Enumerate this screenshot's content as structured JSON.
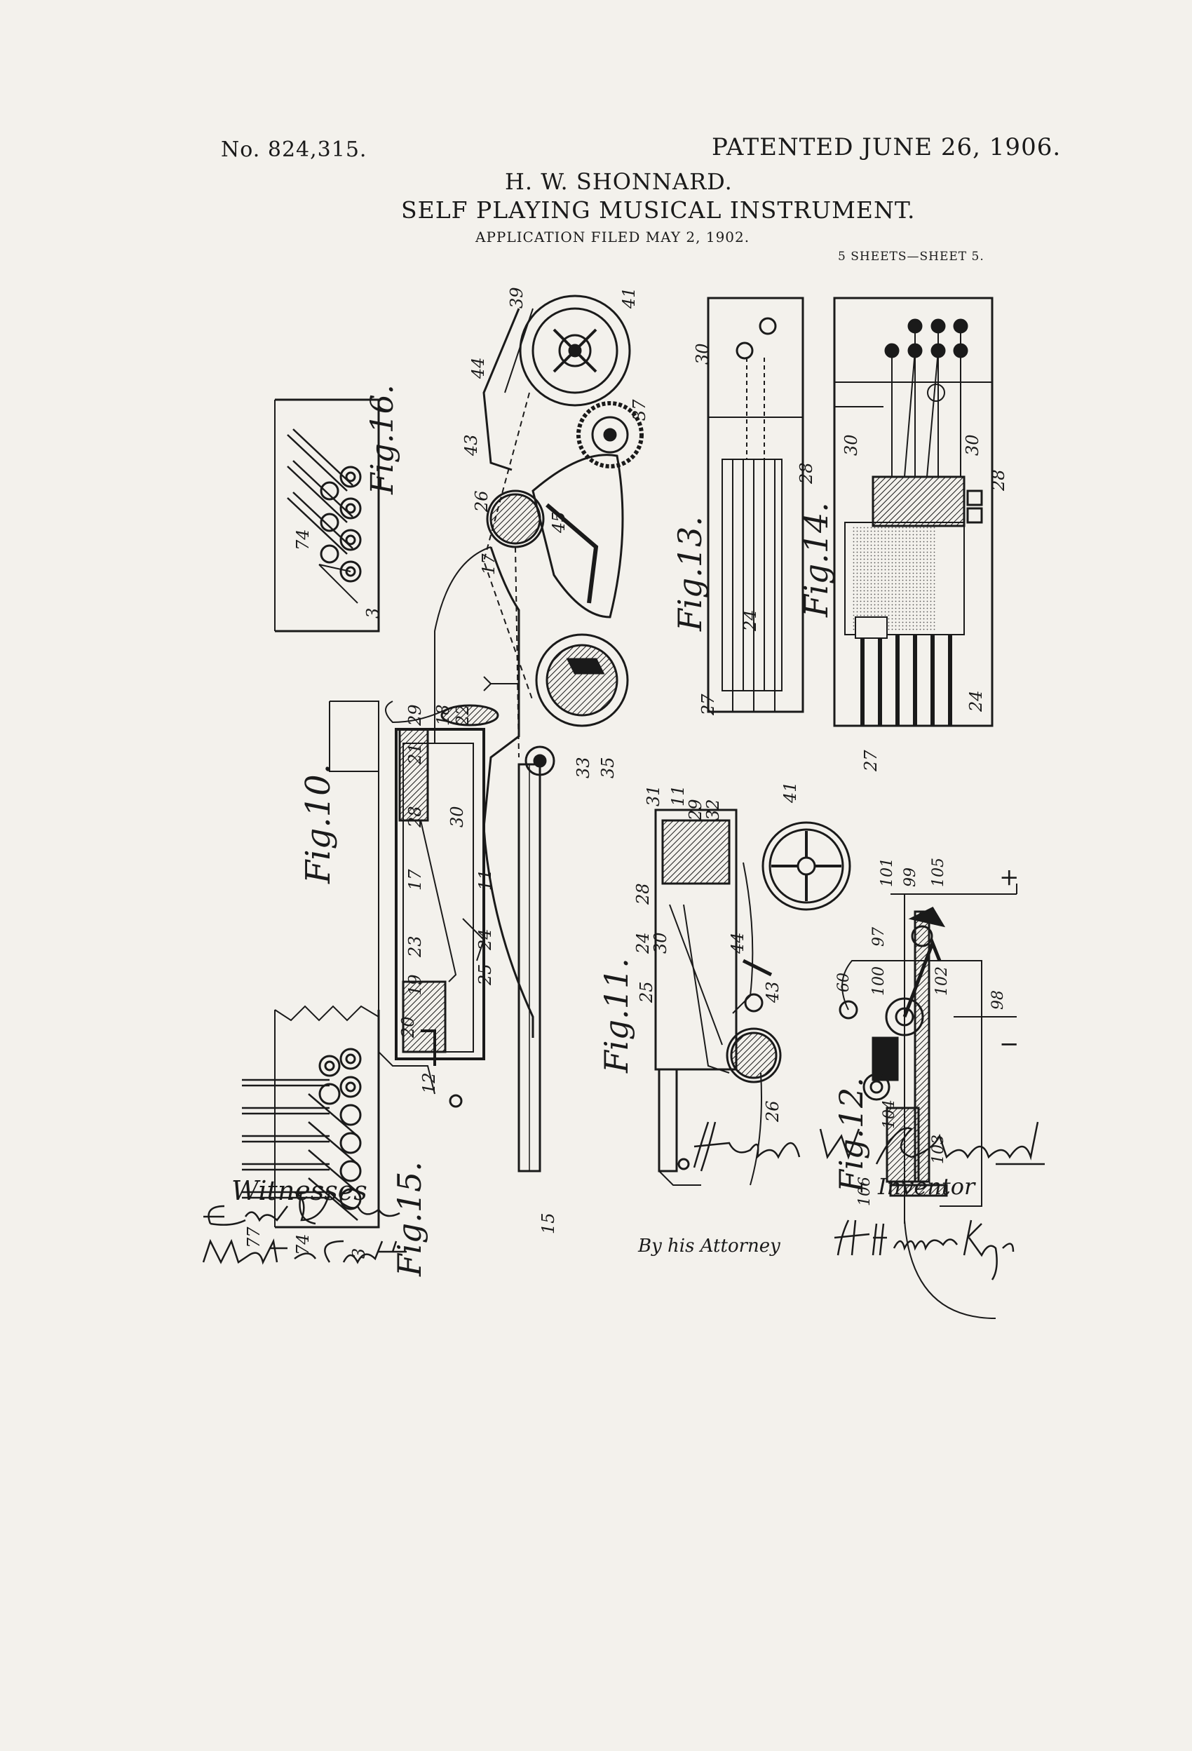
{
  "header": {
    "patent_number": "No. 824,315.",
    "patented_date": "PATENTED JUNE 26, 1906."
  },
  "inventor_name": "H. W. SHONNARD.",
  "title": "SELF PLAYING MUSICAL INSTRUMENT.",
  "application_filed": "APPLICATION FILED MAY 2, 1902.",
  "sheets": "5 SHEETS—SHEET 5.",
  "figures": {
    "fig10": "Fig.10.",
    "fig11": "Fig.11.",
    "fig12": "Fig.12.",
    "fig13": "Fig.13.",
    "fig14": "Fig.14.",
    "fig15": "Fig.15.",
    "fig16": "Fig.16."
  },
  "reference_numerals": {
    "n3a": "3",
    "n3b": "3",
    "n74a": "74",
    "n74b": "74",
    "n77": "77",
    "n11a": "11",
    "n11b": "11",
    "n12": "12",
    "n15": "15",
    "n17a": "17",
    "n17b": "17",
    "n18": "18",
    "n19": "19",
    "n20": "20",
    "n21": "21",
    "n22": "22",
    "n23": "23",
    "n24a": "24",
    "n24b": "24",
    "n24c": "24",
    "n24d": "24",
    "n25a": "25",
    "n25b": "25",
    "n26a": "26",
    "n26b": "26",
    "n27a": "27",
    "n27b": "27",
    "n28a": "28",
    "n28b": "28",
    "n28c": "28",
    "n28d": "28",
    "n29a": "29",
    "n29b": "29",
    "n30a": "30",
    "n30b": "30",
    "n30c": "30",
    "n30d": "30",
    "n30e": "30",
    "n31": "31",
    "n32": "32",
    "n33": "33",
    "n35": "35",
    "n37": "37",
    "n39": "39",
    "n41a": "41",
    "n41b": "41",
    "n43a": "43",
    "n43b": "43",
    "n44a": "44",
    "n44b": "44",
    "n45": "45",
    "n60": "60",
    "n97": "97",
    "n98": "98",
    "n99": "99",
    "n100": "100",
    "n101": "101",
    "n102": "102",
    "n103": "103",
    "n104": "104",
    "n105": "105",
    "n106": "106",
    "plus": "+",
    "minus": "−"
  },
  "inventor_label": "Inventor",
  "attorney_label": "By his Attorney",
  "witnesses_label": "Witnesses",
  "signatures": {
    "inventor": "Harold W. Shonnard",
    "attorney": "H.H. MacKaye",
    "witness1": "Edward Rowland.",
    "witness2": "Walter Scott"
  },
  "colors": {
    "paper": "#f3f1ec",
    "ink": "#1a1a1a"
  }
}
